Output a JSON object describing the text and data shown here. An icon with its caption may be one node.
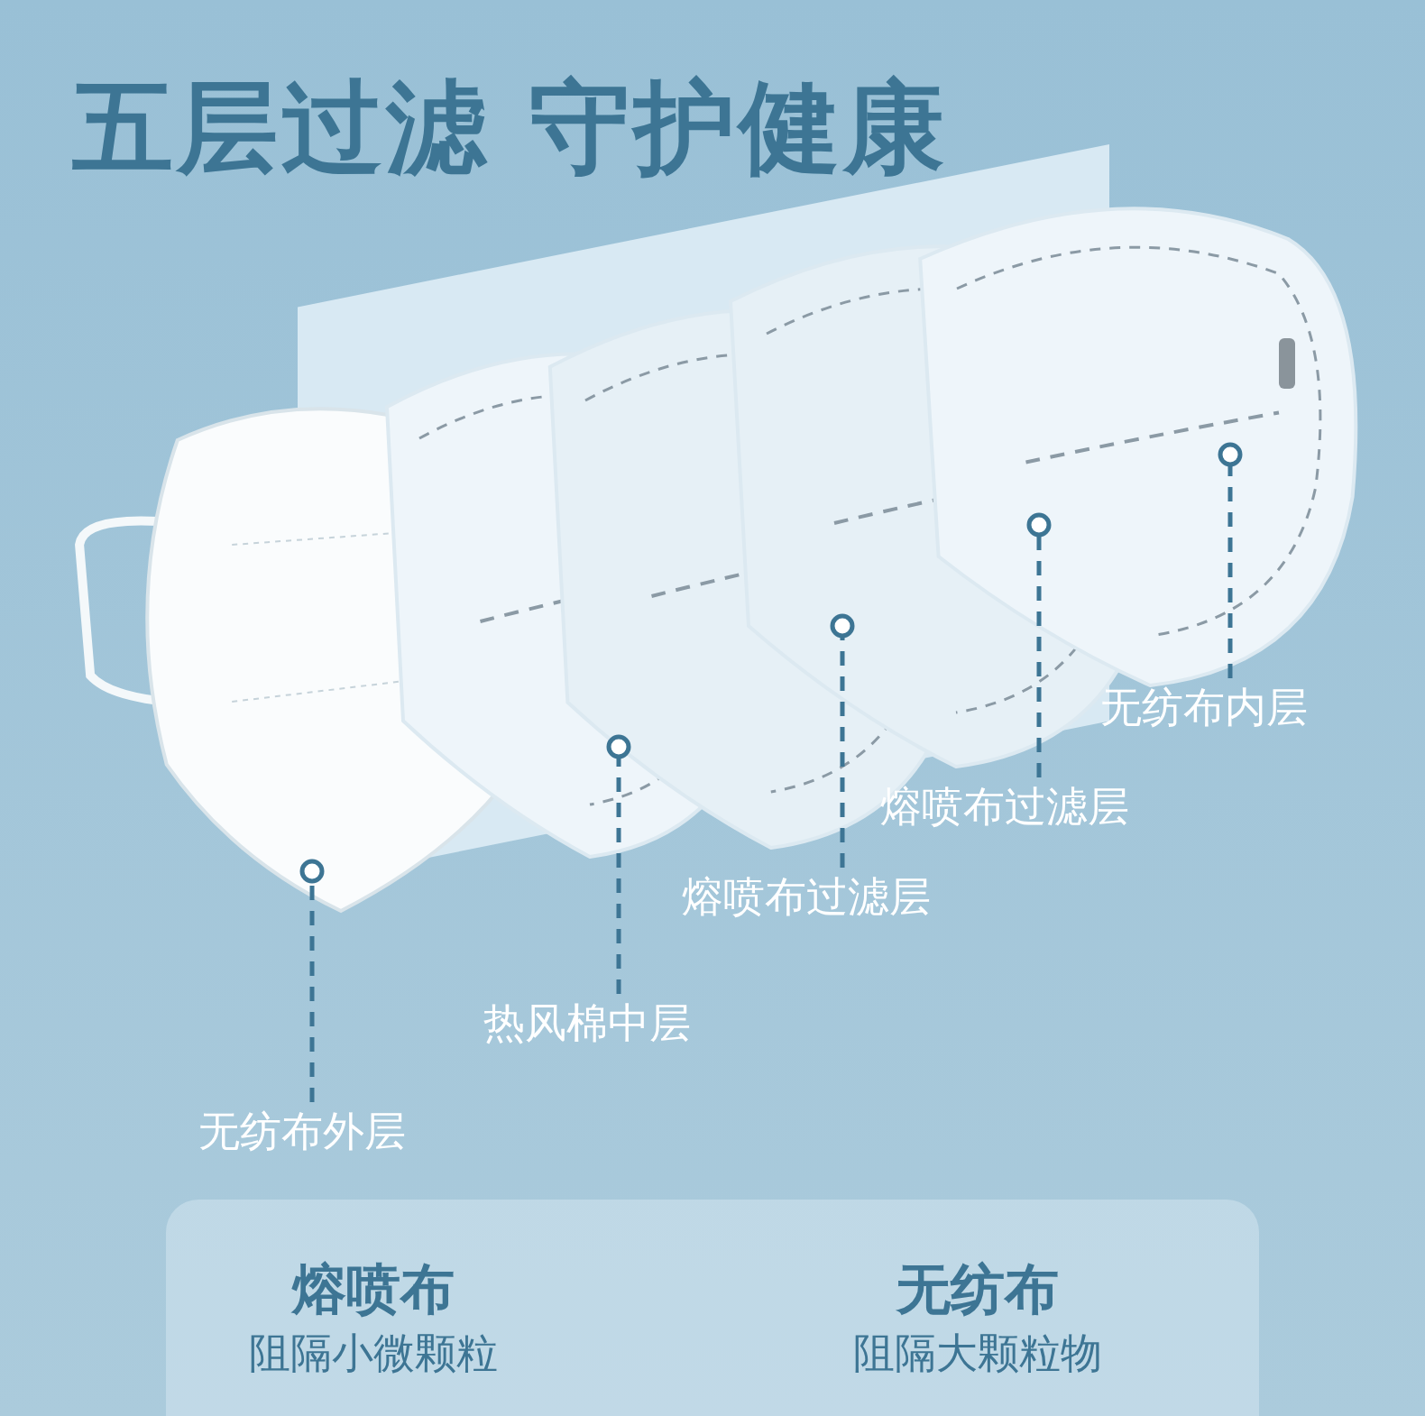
{
  "diagram": {
    "title": "五层过滤 守护健康",
    "nodes": [
      {
        "text": [],
        "shape": "picture"
      },
      {
        "text": [],
        "shape": "picture"
      },
      {
        "text": [],
        "shape": "picture"
      },
      {
        "text": [],
        "shape": "picture"
      },
      {
        "text": [],
        "shape": "picture"
      },
      {
        "text": [
          "无纺布内层"
        ]
      },
      {
        "text": [
          "熔喷布过滤层"
        ]
      },
      {
        "text": [
          "熔喷布过滤层"
        ]
      },
      {
        "text": [
          "热风棉中层"
        ]
      },
      {
        "text": [
          "无纺布外层"
        ]
      }
    ],
    "edges": [
      {
        "from": 5,
        "to": 4,
        "arrow": "other",
        "style": "dashed"
      },
      {
        "from": 6,
        "to": 3,
        "arrow": "other",
        "style": "dashed"
      },
      {
        "from": 7,
        "to": 2,
        "arrow": "other",
        "style": "dashed"
      },
      {
        "from": 8,
        "to": 1,
        "arrow": "other",
        "style": "dashed"
      },
      {
        "from": 9,
        "to": 0,
        "arrow": "other",
        "style": "dashed"
      }
    ],
    "labels": [
      "熔喷布",
      "阻隔小微颗粒",
      "无纺布",
      "阻隔大颗粒物"
    ]
  }
}
